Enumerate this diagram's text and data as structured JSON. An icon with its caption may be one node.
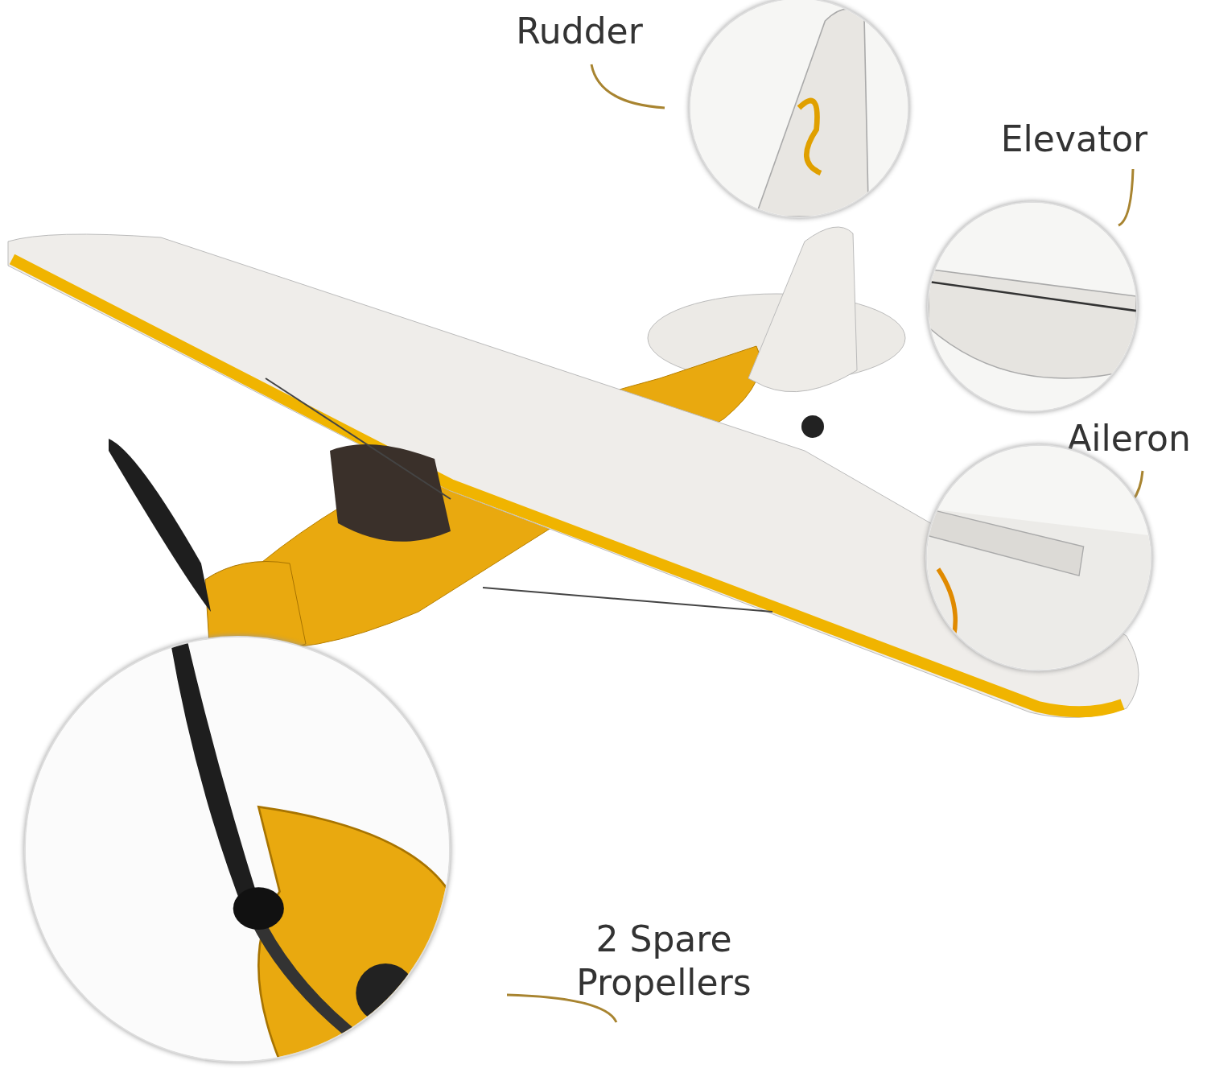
{
  "diagram": {
    "nodes": [
      {
        "text": [
          "Rudder"
        ]
      },
      {
        "text": [],
        "shape": "picture"
      },
      {
        "text": [
          "Elevator"
        ]
      },
      {
        "text": [],
        "shape": "picture"
      },
      {
        "text": [
          "Aileron"
        ]
      },
      {
        "text": [],
        "shape": "picture"
      },
      {
        "text": [
          "2 Spare Propellers"
        ]
      },
      {
        "text": [],
        "shape": "picture"
      }
    ],
    "edges": [
      {
        "from": 0,
        "to": 1,
        "arrow": "none"
      },
      {
        "from": 2,
        "to": 3,
        "arrow": "none"
      },
      {
        "from": 4,
        "to": 5,
        "arrow": "none"
      },
      {
        "from": 6,
        "to": 7,
        "arrow": "none"
      }
    ]
  }
}
